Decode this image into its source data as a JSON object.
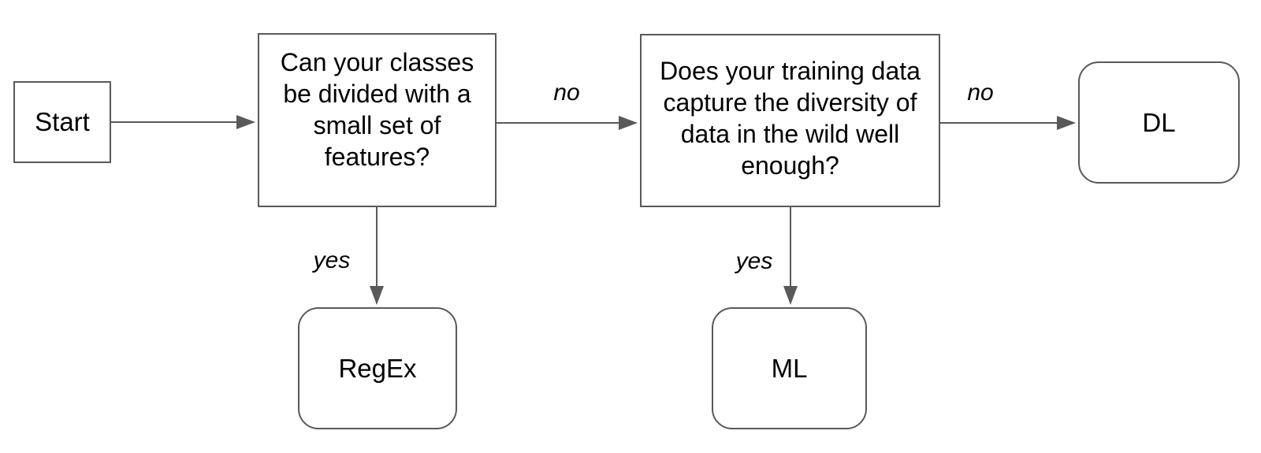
{
  "diagram": {
    "type": "flowchart",
    "colors": {
      "background": "#ffffff",
      "stroke": "#595959",
      "text": "#000000"
    },
    "nodes": {
      "start": {
        "label": "Start",
        "shape": "rectangle"
      },
      "q_features": {
        "label": "Can your classes be divided with a small set of features?",
        "shape": "rectangle"
      },
      "q_diversity": {
        "label": "Does your training data capture the diversity of data in the wild well enough?",
        "shape": "rectangle"
      },
      "regex": {
        "label": "RegEx",
        "shape": "rounded-rectangle"
      },
      "ml": {
        "label": "ML",
        "shape": "rounded-rectangle"
      },
      "dl": {
        "label": "DL",
        "shape": "rounded-rectangle"
      }
    },
    "edges": [
      {
        "from": "start",
        "to": "q_features",
        "label": ""
      },
      {
        "from": "q_features",
        "to": "q_diversity",
        "label": "no"
      },
      {
        "from": "q_features",
        "to": "regex",
        "label": "yes"
      },
      {
        "from": "q_diversity",
        "to": "dl",
        "label": "no"
      },
      {
        "from": "q_diversity",
        "to": "ml",
        "label": "yes"
      }
    ]
  }
}
